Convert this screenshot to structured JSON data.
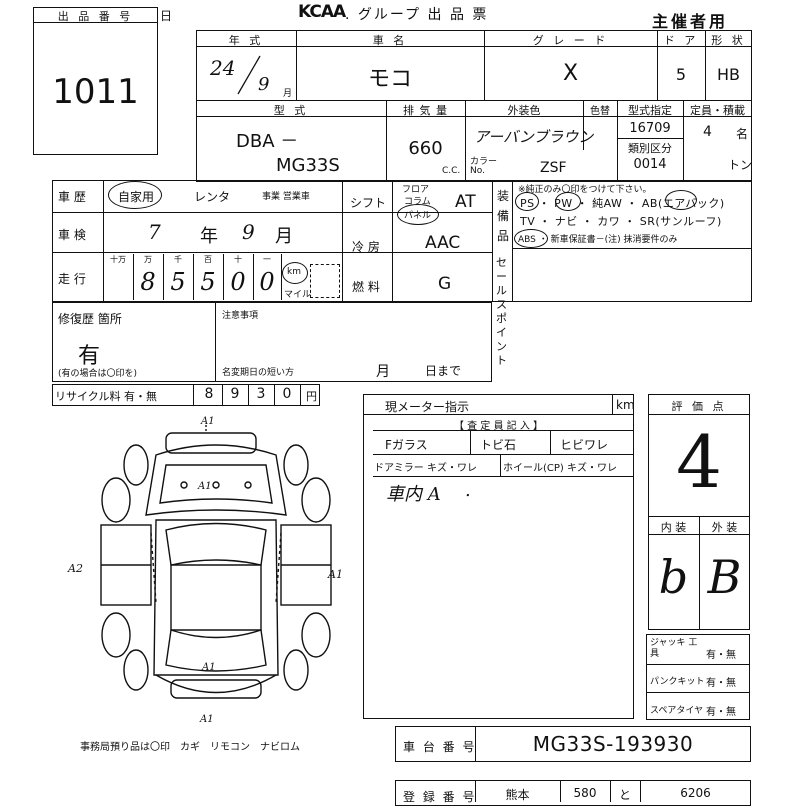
{
  "header": {
    "lot_label": "出 品 番 号",
    "lot_suffix": "日",
    "brand": "KCAA",
    "title": ". グループ 出 品 票",
    "organizer": "主催者用",
    "lot_number": "1011"
  },
  "vehicle": {
    "year_label": "年 式",
    "car_label": "車 名",
    "grade_label": "グ レ ー ド",
    "door_label": "ド ア",
    "body_label": "形 状",
    "year": "24",
    "month": "9",
    "month_unit": "月",
    "car_name": "モコ",
    "grade": "X",
    "doors": "5",
    "body": "HB",
    "model_label": "型 式",
    "disp_label": "排 気 量",
    "color_label": "外装色",
    "color_no_label": "色替",
    "type_label": "型式指定",
    "capacity_label": "定員・積載",
    "model_prefix": "DBA －",
    "model": "MG33S",
    "displacement": "660",
    "cc_unit": "C.C.",
    "color": "アーバンブラウン",
    "color_code_label": "カラー No.",
    "color_code": "ZSF",
    "type_no": "16709",
    "class_label": "類別区分",
    "class_no": "0014",
    "seats": "4",
    "seats_unit": "名",
    "ton_unit": "トン"
  },
  "history": {
    "history_label": "車 歴",
    "private_label": "自家用",
    "rental_label": "レンタ",
    "business_label": "事業 営業車",
    "inspection_label": "車 検",
    "insp_year": "7",
    "insp_year_unit": "年",
    "insp_month": "9",
    "insp_month_unit": "月",
    "mileage_label": "走 行",
    "digit_labels": [
      "十万",
      "万",
      "千",
      "百",
      "十",
      "一"
    ],
    "digits": [
      "",
      "8",
      "5",
      "5",
      "0",
      "0"
    ],
    "km_label": "km",
    "mile_label": "マイル"
  },
  "specs": {
    "shift_label": "シフト",
    "floor_label": "フロア",
    "column_label": "コラム",
    "panel_label": "パネル",
    "shift": "AT",
    "ac_label": "冷 房",
    "ac": "AAC",
    "fuel_label": "燃 料",
    "fuel": "G"
  },
  "equipment": {
    "side_label": "装 備 品",
    "note": "※純正のみ〇印をつけて下さい。",
    "row1": "PS ・ PW ・ 純AW ・ AB(エアバック)",
    "row2": "TV ・ ナビ ・ カワ ・ SR(サンルーフ)",
    "row3": "ABS ・ 新車保証書－(注) 抹消要件のみ",
    "sales_label": "セールスポイント"
  },
  "repair": {
    "label": "修復歴 箇所",
    "value": "有",
    "hint": "(有の場合は〇印を)",
    "notes_label": "注意事項",
    "deadline_label": "名変期日の短い方",
    "month_unit": "月",
    "day_unit": "日まで"
  },
  "recycle": {
    "label": "リサイクル料 有・無",
    "digits": [
      "8",
      "9",
      "3",
      "0"
    ],
    "unit": "円"
  },
  "meter": {
    "label": "現メーター指示",
    "unit": "km",
    "inspector_label": "【 査 定 員 記 入 】",
    "glass_label": "Fガラス",
    "chip_label": "トビ石",
    "crack_label": "ヒビワレ",
    "mirror_label": "ドアミラー キズ・ワレ",
    "wheel_label": "ホイール(CP) キズ・ワレ",
    "interior_note": "車内 A",
    "interior_dot": "."
  },
  "rating": {
    "label": "評 価 点",
    "score": "4",
    "interior_label": "内 装",
    "exterior_label": "外 装",
    "interior": "b",
    "exterior": "B"
  },
  "tools": {
    "jack_label": "ジャッキ 工 具",
    "jack_options": "有・無",
    "puncture_label": "パンクキット",
    "puncture_options": "有・無",
    "spare_label": "スペアタイヤ",
    "spare_options": "有・無"
  },
  "diagram": {
    "marks": [
      "A1",
      "A1",
      "A2",
      "A1",
      "A1",
      "A1"
    ]
  },
  "footer": {
    "deposit_note": "事務局預り品は〇印　カギ　リモコン　ナビロム",
    "chassis_label": "車 台 番 号",
    "chassis": "MG33S-193930",
    "reg_label": "登 録 番 号",
    "reg_area": "熊本",
    "reg_class": "580",
    "reg_kana": "と",
    "reg_num": "6206"
  }
}
